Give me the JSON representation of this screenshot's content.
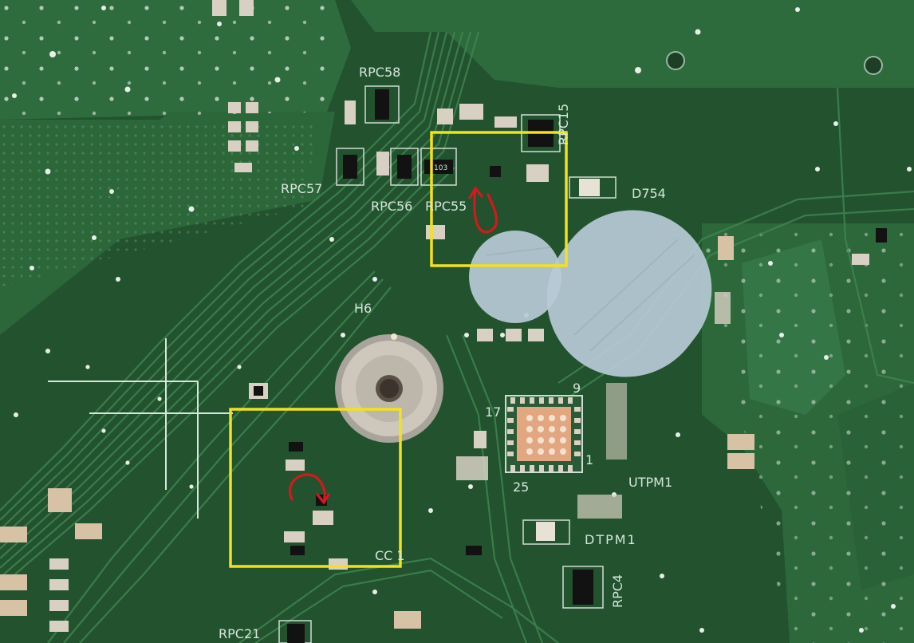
{
  "photo": {
    "subject": "printed circuit board",
    "colors": {
      "board": "#22522e",
      "copper_pour": "#2e6b3c",
      "trace": "#3f8450",
      "silkscreen": "#d6e6dc",
      "highlight_box": "#f2e21a",
      "arrow": "#d6181c",
      "solder_pad": "#c4b59c",
      "tpm_chip": "#e2a680",
      "mounting_ring": "#c9c3b8",
      "tape_patch": "#b7cad6"
    }
  },
  "labels": {
    "rpc58": "RPC58",
    "rpc57": "RPC57",
    "rpc56": "RPC56",
    "rpc55": "RPC55",
    "rpc15": "RPC15",
    "d754": "D754",
    "h6": "H6",
    "pin17": "17",
    "pin9": "9",
    "pin1": "1",
    "pin25": "25",
    "utpm1": "UTPM1",
    "dtpm1": "DTPM1",
    "rpc4": "RPC4",
    "rpc21": "RPC21",
    "cc1": "CC 1",
    "code103": "103"
  }
}
